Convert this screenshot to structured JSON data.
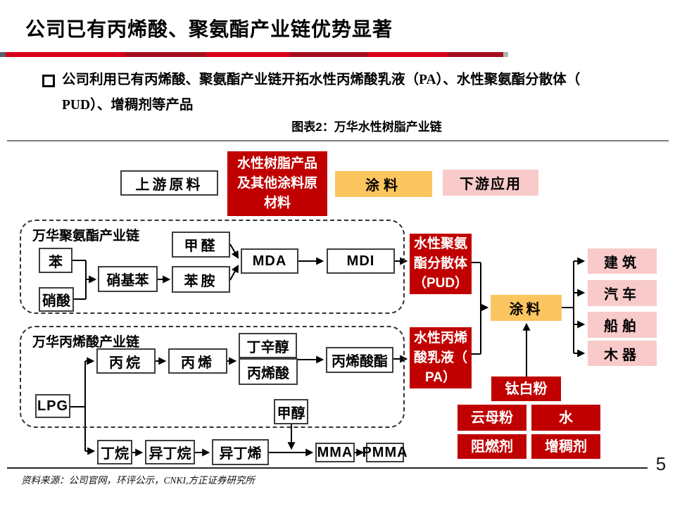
{
  "header": {
    "title": "公司已有丙烯酸、聚氨酯产业链优势显著",
    "page_number": "5"
  },
  "bullet": {
    "text": "公司利用已有丙烯酸、聚氨酯产业链开拓水性丙烯酸乳液（PA）、水性聚氨酯分散体（\nPUD）、增稠剂等产品"
  },
  "caption": "图表2：万华水性树脂产业链",
  "legend": {
    "upstream": "上游原料",
    "resin_products": "水性树脂产品\n及其他涂料原\n材料",
    "coating": "涂料",
    "downstream": "下游应用"
  },
  "diagram": {
    "pu_chain_label": "万华聚氨酯产业链",
    "acrylic_chain_label": "万华丙烯酸产业链",
    "nodes": {
      "benzene": "苯",
      "nitric_acid": "硝酸",
      "nitrobenzene": "硝基苯",
      "formaldehyde": "甲醛",
      "aniline": "苯胺",
      "mda": "MDA",
      "mdi": "MDI",
      "pud": "水性聚氨\n酯分散体\n（PUD）",
      "pa": "水性丙烯\n酸乳液（\nPA）",
      "lpg": "LPG",
      "propane": "丙烷",
      "propylene": "丙烯",
      "butanol_octanol": "丁辛醇",
      "acrylic_acid": "丙烯酸",
      "acrylate": "丙烯酸酯",
      "methanol": "甲醇",
      "butane": "丁烷",
      "isobutane": "异丁烷",
      "isobutylene": "异丁烯",
      "mma": "MMA",
      "pmma": "PMMA",
      "coating": "涂料",
      "building": "建筑",
      "automobile": "汽车",
      "ship": "船舶",
      "wood": "木器",
      "titanium_dioxide": "钛白粉",
      "mica_powder": "云母粉",
      "water": "水",
      "flame_retardant": "阻燃剂",
      "thickener": "增稠剂"
    }
  },
  "footer": {
    "source": "资料来源：公司官网，环评公示，CNKI,方正证券研究所"
  },
  "colors": {
    "accent_red": "#c00000",
    "coating_orange": "#fbc55f",
    "application_pink": "#f8caca",
    "bar_bright_red": "#d6001c",
    "bar_dark_red": "#a60e1e"
  }
}
